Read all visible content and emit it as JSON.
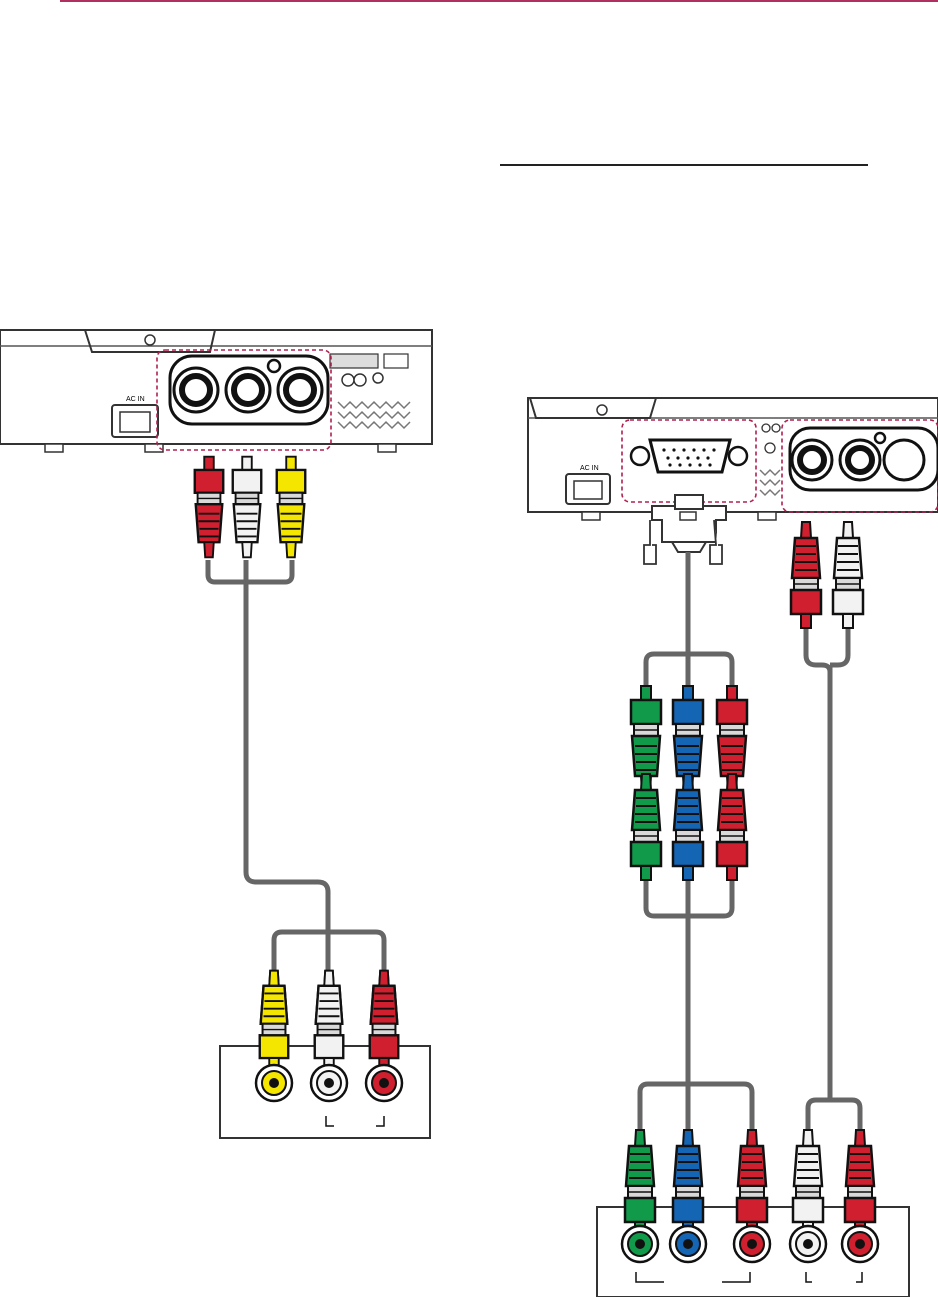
{
  "page": {
    "accent_color": "#b03060"
  },
  "labels": {
    "projector_left_power": "AC IN",
    "projector_right_power": "AC IN"
  },
  "colors": {
    "red": "#d01f2f",
    "white": "#f2f2f2",
    "yellow": "#f5e600",
    "green": "#119a4a",
    "blue": "#1565b5",
    "cable": "#666666",
    "dashed_frame": "#b02050"
  },
  "icons": [
    "rca-red-plug",
    "rca-white-plug",
    "rca-yellow-plug",
    "rca-green-plug",
    "rca-blue-plug",
    "vga-connector",
    "power-socket-icon"
  ]
}
